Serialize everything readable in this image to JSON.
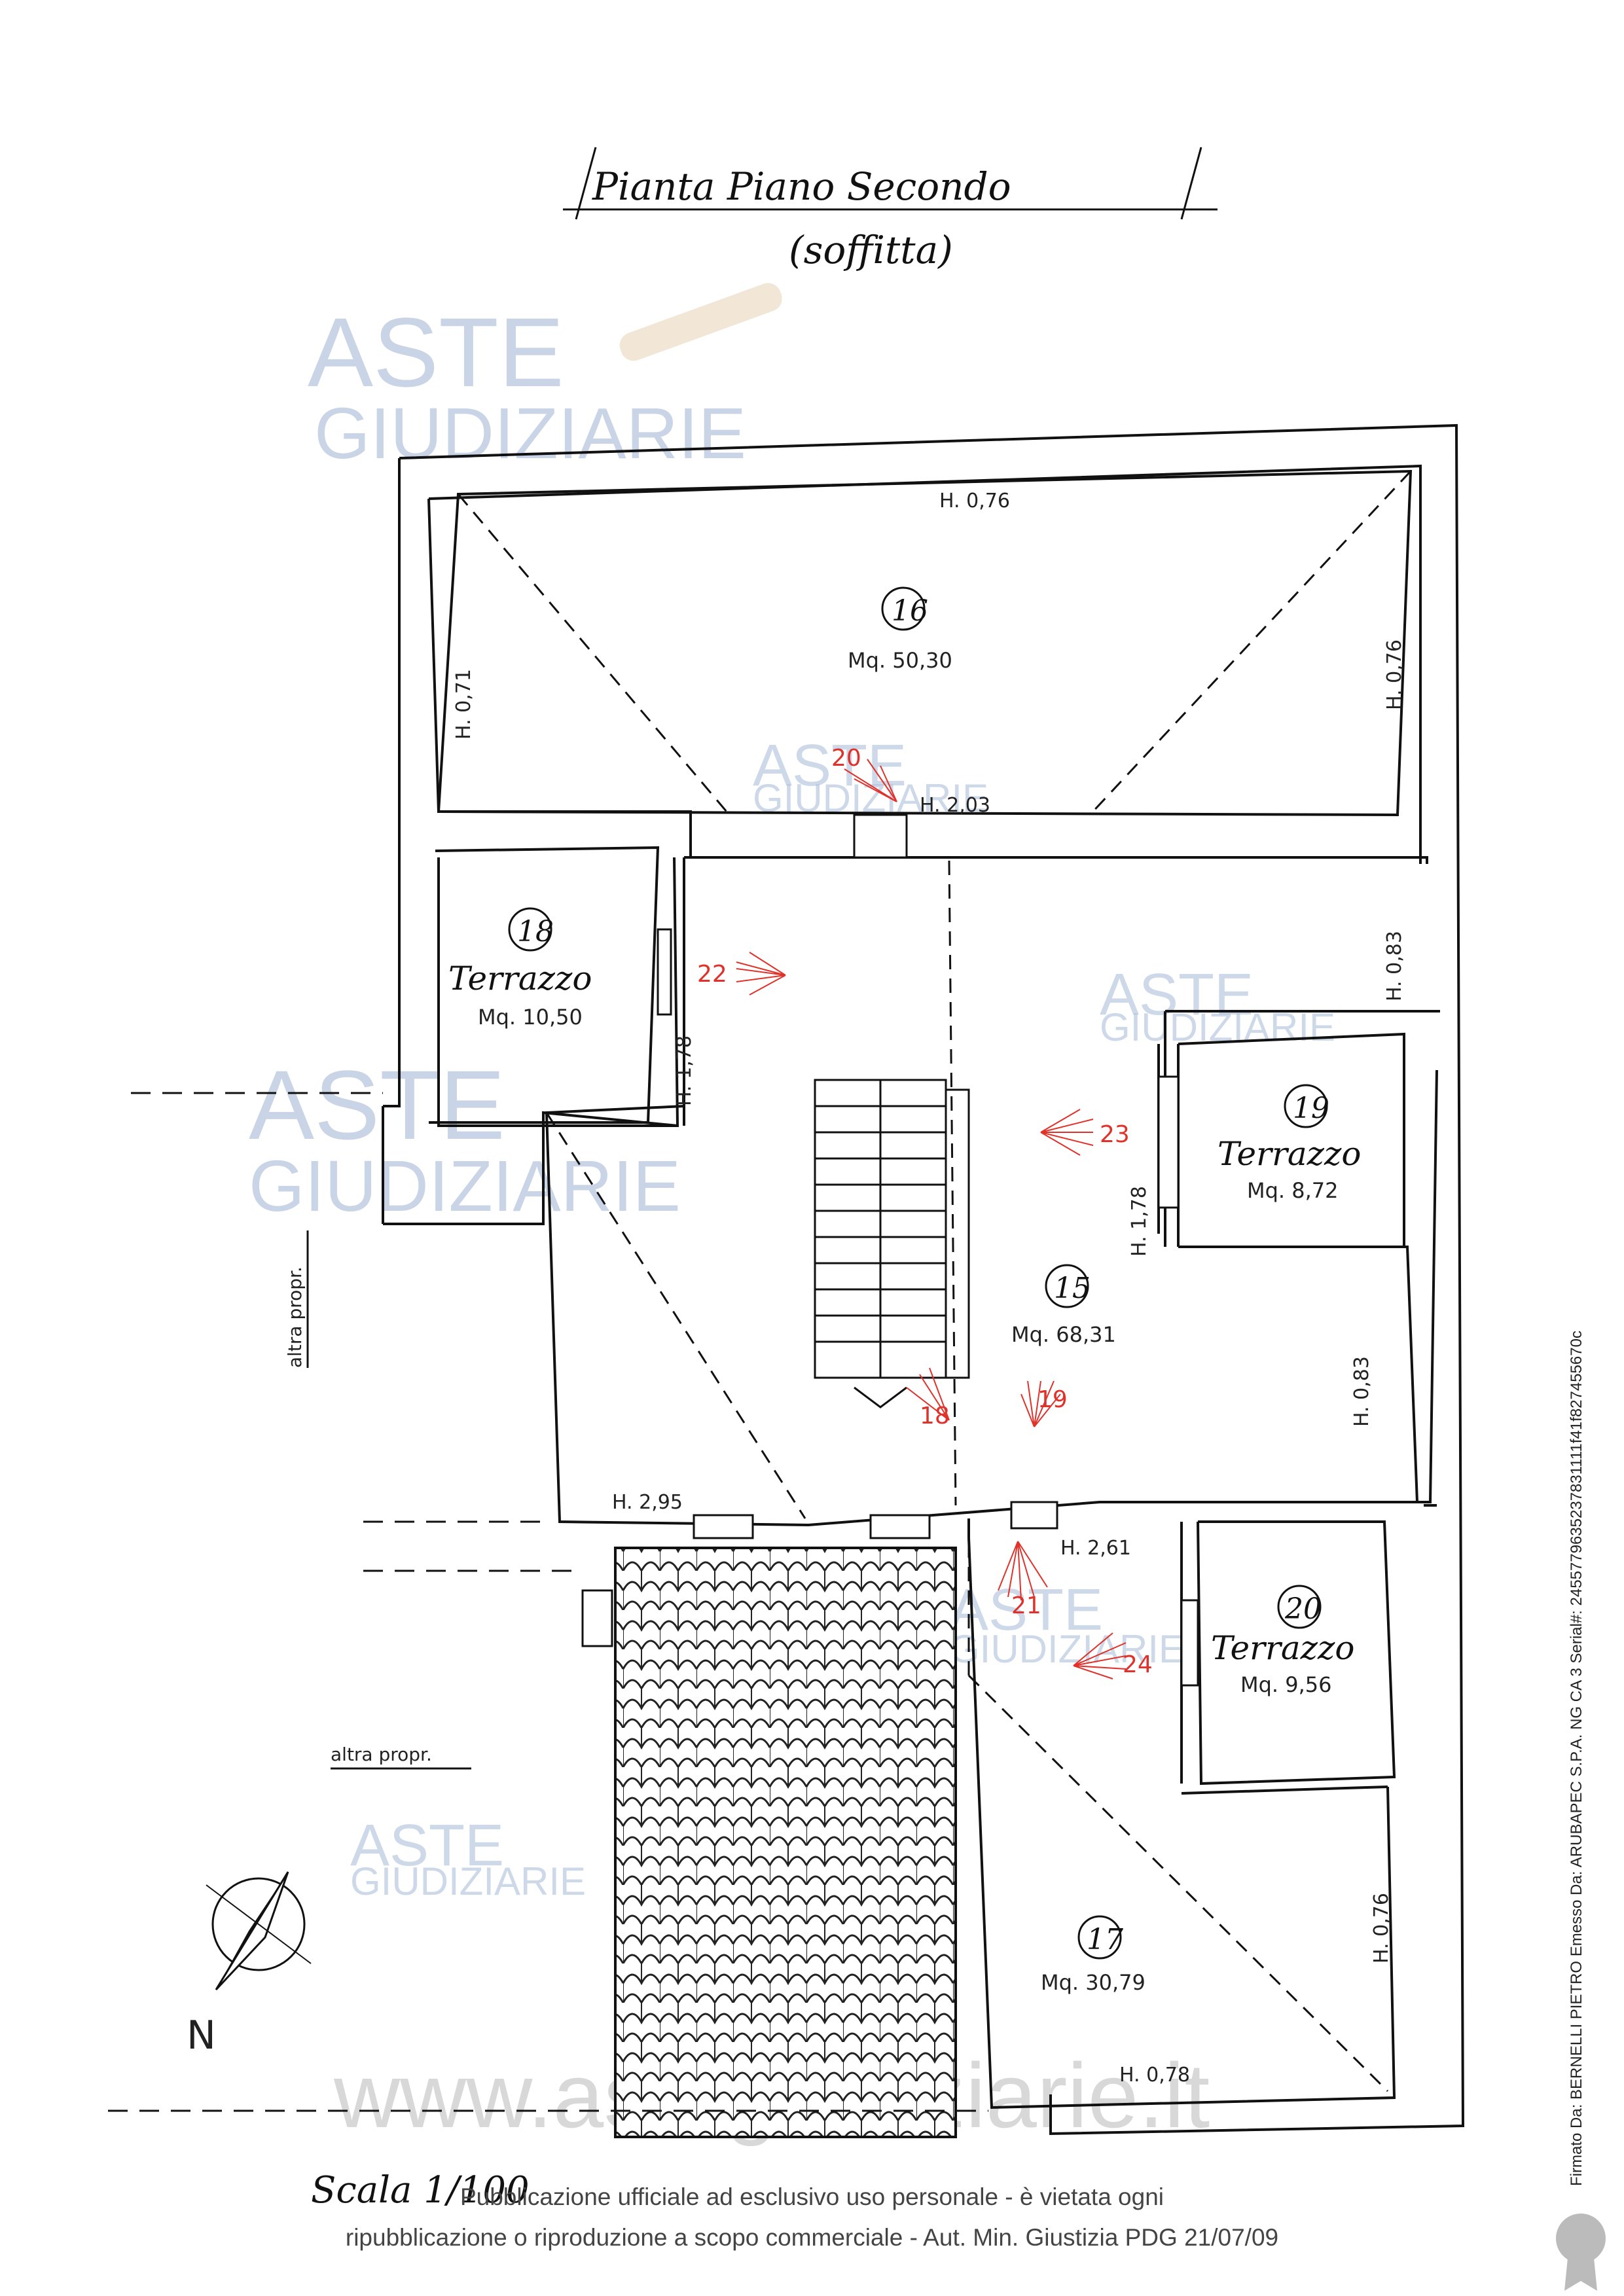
{
  "title": "Pianta Piano Secondo",
  "subtitle": "(soffitta)",
  "rooms": [
    {
      "id": "16",
      "area": "Mq. 50,30"
    },
    {
      "id": "15",
      "area": "Mq. 68,31"
    },
    {
      "id": "17",
      "area": "Mq. 30,79"
    },
    {
      "id": "18",
      "name": "Terrazzo",
      "area": "Mq. 10,50"
    },
    {
      "id": "19",
      "name": "Terrazzo",
      "area": "Mq. 8,72"
    },
    {
      "id": "20",
      "name": "Terrazzo",
      "area": "Mq. 9,56"
    }
  ],
  "heights": [
    "H. 0,76",
    "H. 0,71",
    "H. 0,76",
    "H. 2,03",
    "H. 0,83",
    "H. 1,78",
    "H. 1,78",
    "H. 0,83",
    "H. 2,95",
    "H. 2,61",
    "H. 0,76",
    "H. 0,78"
  ],
  "photo_points": [
    "20",
    "22",
    "23",
    "18",
    "19",
    "21",
    "24"
  ],
  "neighbors": [
    "altra propr.",
    "altra propr."
  ],
  "north_label": "N",
  "scale": "Scala 1/100",
  "watermark": {
    "line1": "ASTE",
    "line2": "GIUDIZIARIE",
    "url": "www.astegiudiziarie.it"
  },
  "footer": {
    "line1": "Pubblicazione ufficiale ad esclusivo uso personale - è vietata ogni",
    "line2": "ripubblicazione o riproduzione a scopo commerciale - Aut. Min. Giustizia PDG 21/07/09"
  },
  "signature": "Firmato Da: BERNELLI PIETRO Emesso Da: ARUBAPEC S.P.A. NG CA 3 Serial#: 2455779635237831111f41f827455670c",
  "colors": {
    "line": "#111111",
    "annotation": "#e0312a",
    "watermark": "#8fa8c8",
    "grey": "#bbbbbb"
  }
}
